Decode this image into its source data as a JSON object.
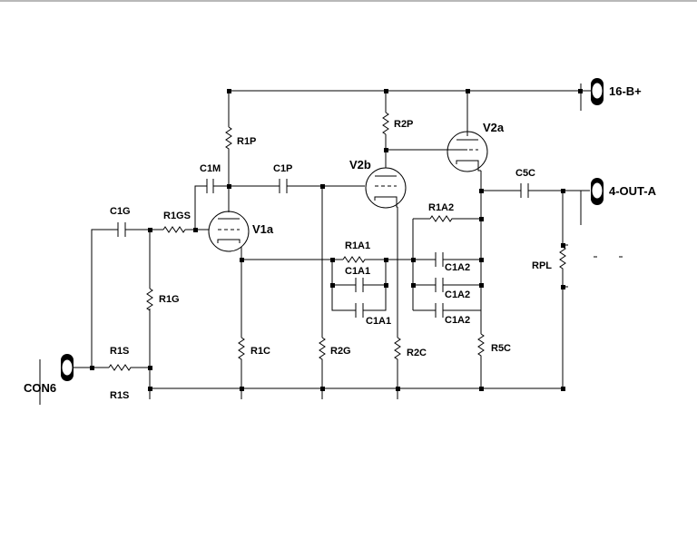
{
  "labels": {
    "b_plus": "16-B+",
    "out": "4-OUT-A",
    "con6": "CON6",
    "r1s_top": "R1S",
    "r1s_bottom": "R1S",
    "c1g": "C1G",
    "r1gs": "R1GS",
    "r1g": "R1G",
    "c1m": "C1M",
    "r1p": "R1P",
    "v1a": "V1a",
    "r1c": "R1C",
    "c1p": "C1P",
    "r2g": "R2G",
    "v2b": "V2b",
    "r2p": "R2P",
    "r2c": "R2C",
    "r1a1": "R1A1",
    "c1a1_top": "C1A1",
    "c1a1_bottom": "C1A1",
    "v2a": "V2a",
    "r1a2": "R1A2",
    "c1a2_1": "C1A2",
    "c1a2_2": "C1A2",
    "c1a2_3": "C1A2",
    "r5c": "R5C",
    "c5c": "C5C",
    "rpl": "RPL"
  }
}
